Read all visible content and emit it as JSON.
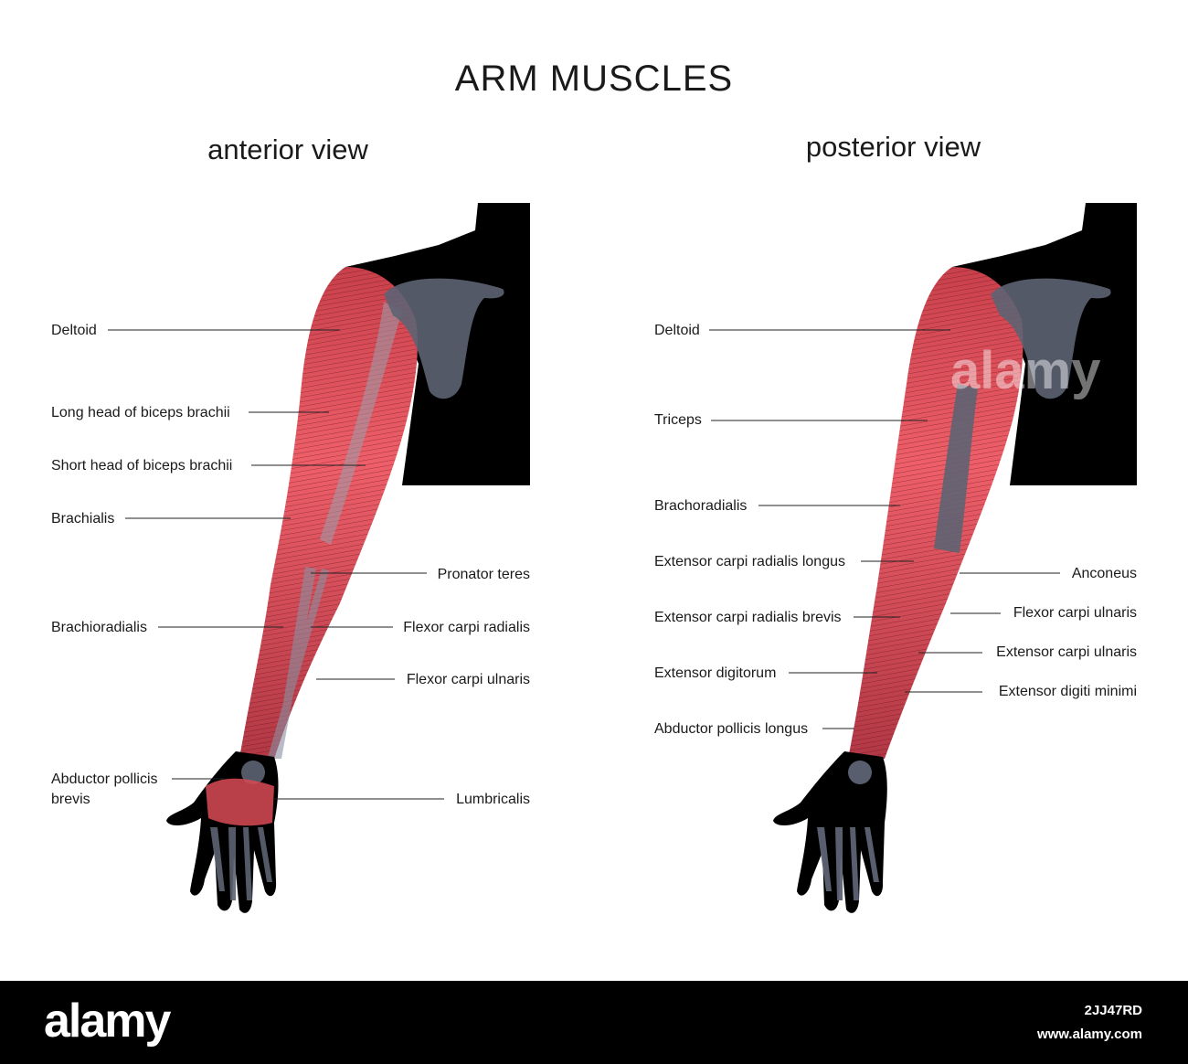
{
  "title": "ARM MUSCLES",
  "anterior": {
    "heading": "anterior view",
    "labels_left": [
      "Deltoid",
      "Long head of biceps brachii",
      "Short head of biceps brachii",
      "Brachialis",
      "Brachioradialis",
      "Abductor pollicis",
      "brevis"
    ],
    "labels_right": [
      "Pronator teres",
      "Flexor carpi radialis",
      "Flexor carpi ulnaris",
      "Lumbricalis"
    ]
  },
  "posterior": {
    "heading": "posterior view",
    "labels_left": [
      "Deltoid",
      "Triceps",
      "Brachoradialis",
      "Extensor carpi radialis longus",
      "Extensor carpi radialis brevis",
      "Extensor digitorum",
      "Abductor pollicis longus"
    ],
    "labels_right": [
      "Anconeus",
      "Flexor carpi ulnaris",
      "Extensor carpi ulnaris",
      "Extensor digiti minimi"
    ]
  },
  "watermark": "alamy",
  "footer": {
    "logo": "alamy",
    "image_id": "2JJ47RD",
    "site": "www.alamy.com"
  },
  "colors": {
    "muscle": "#d94a55",
    "muscle_light": "#f06b73",
    "bone": "#5d6373",
    "silhouette": "#000000"
  }
}
